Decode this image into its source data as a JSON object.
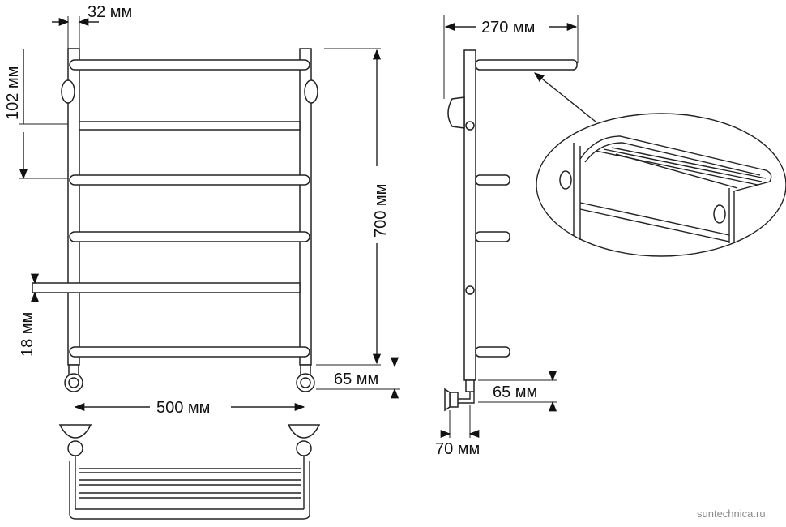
{
  "dimensions": {
    "tube_diameter": "32 мм",
    "rung_spacing": "102 мм",
    "height": "700 мм",
    "rung_thickness": "18 мм",
    "connection_offset_front": "65 мм",
    "center_distance": "500 мм",
    "shelf_depth": "270 мм",
    "connection_offset_side": "65 мм",
    "wall_offset": "70 мм"
  },
  "watermark": "suntechnica.ru"
}
